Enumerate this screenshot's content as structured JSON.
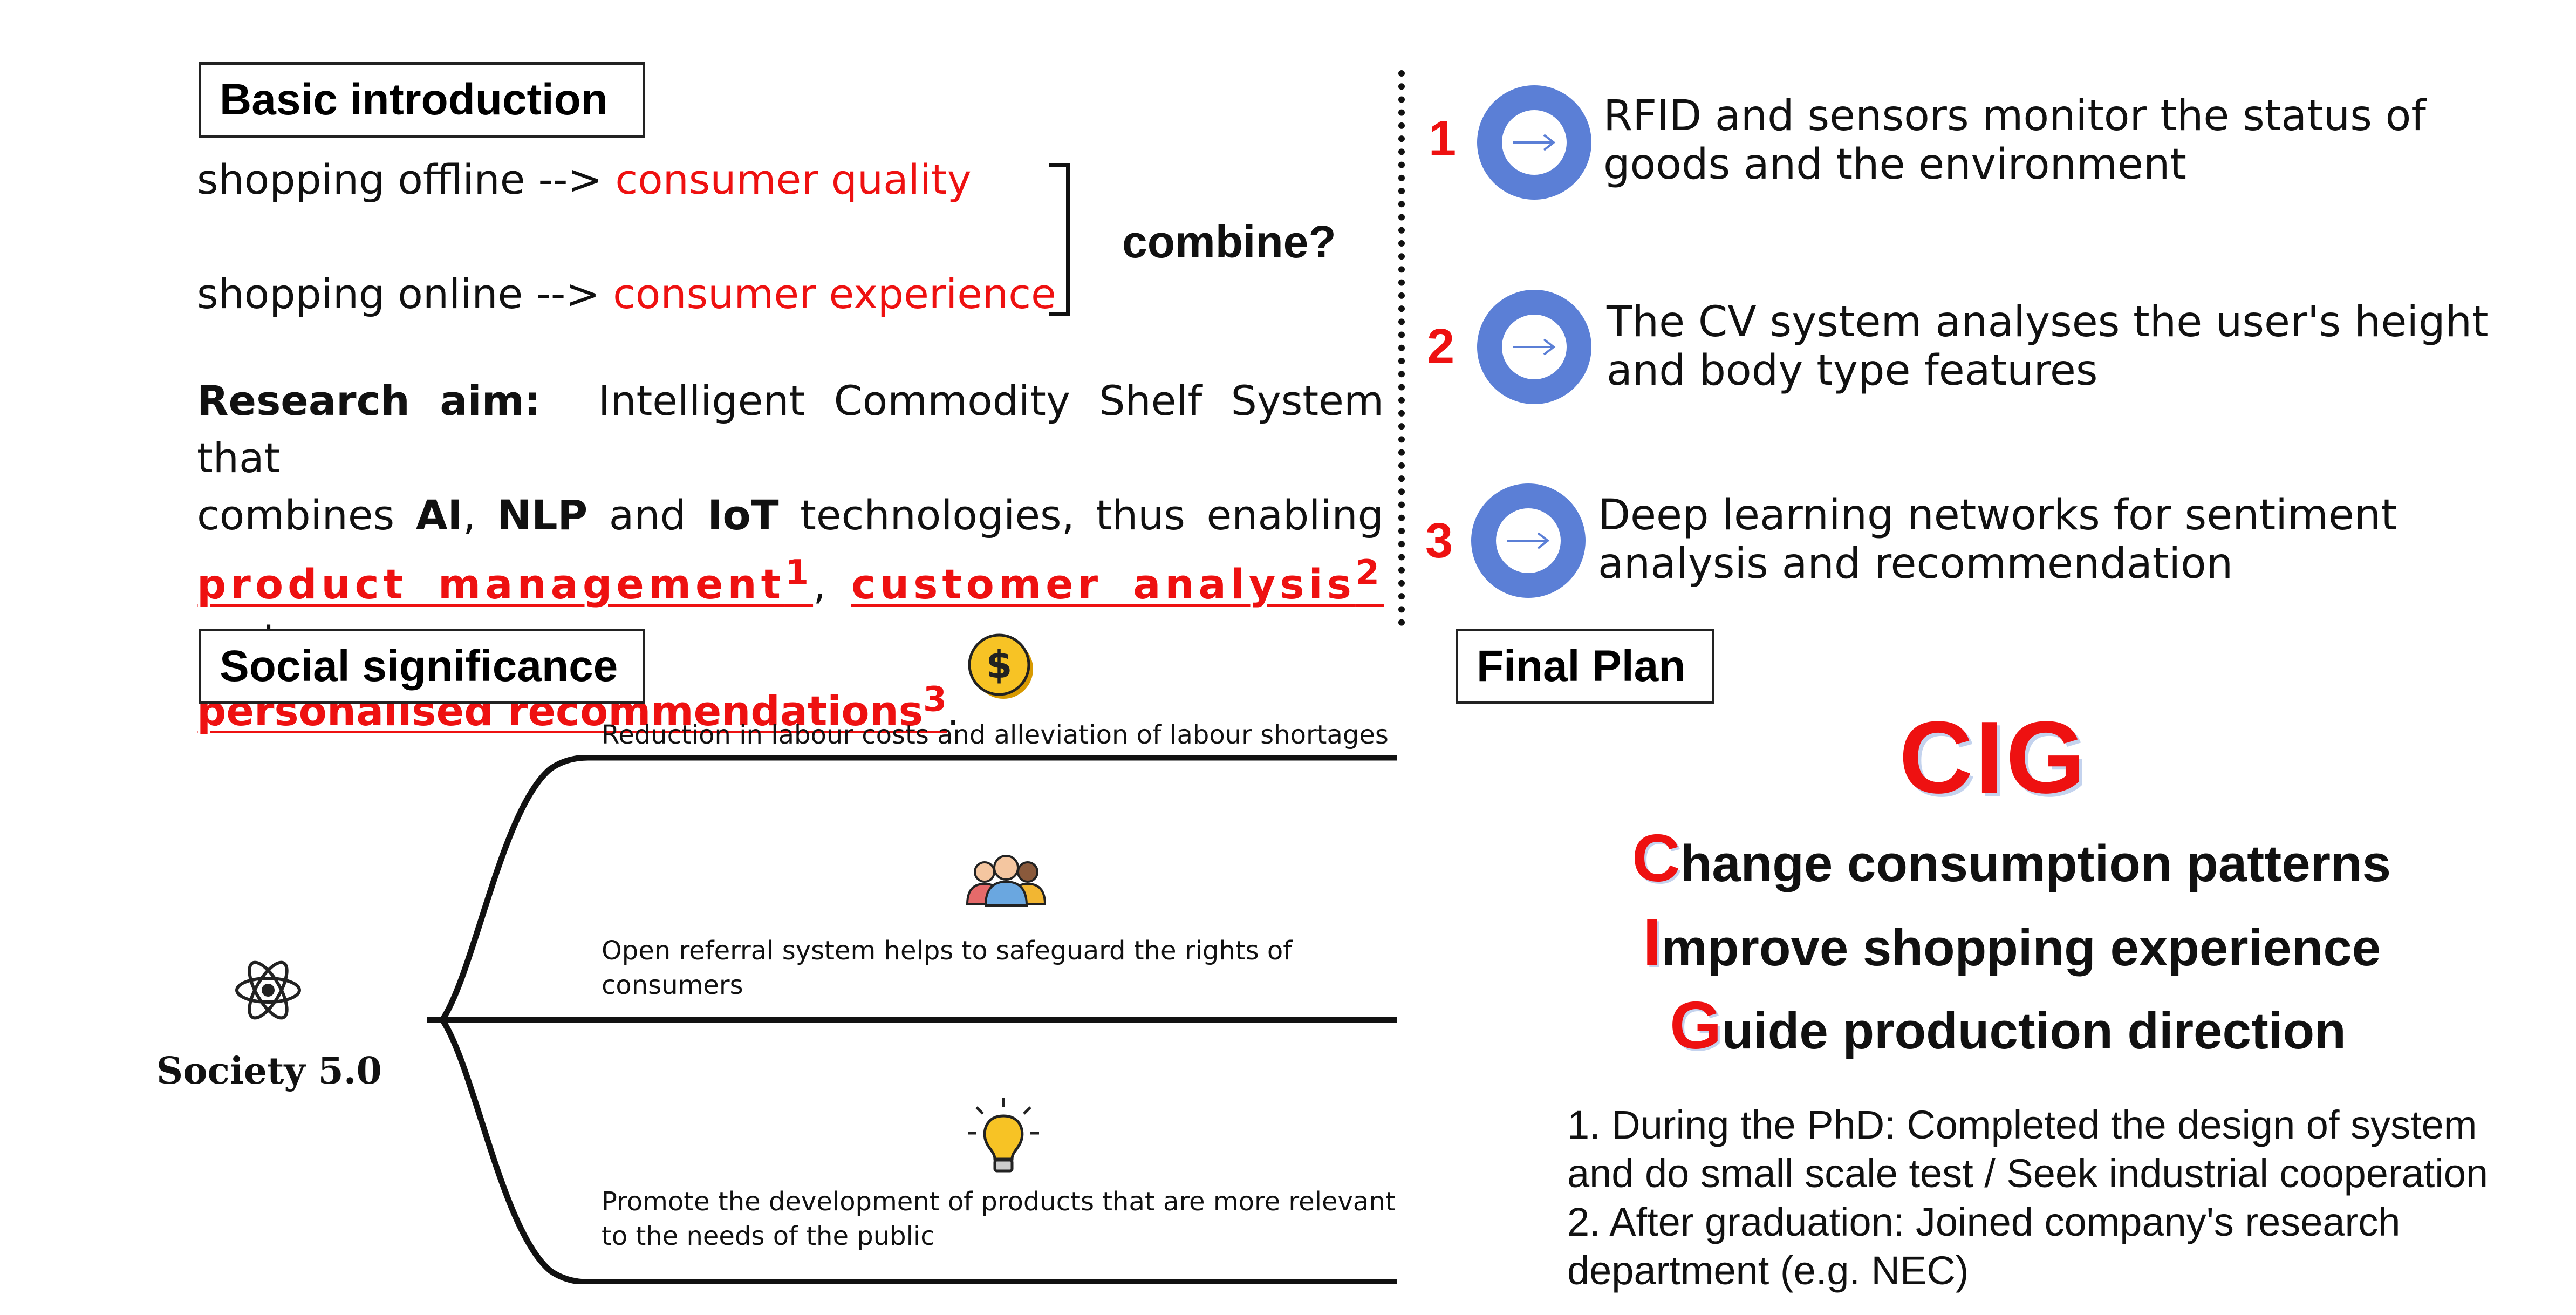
{
  "intro": {
    "heading": "Basic introduction",
    "offline_label": "shopping offline -->",
    "offline_value": "consumer quality",
    "online_label": "shopping online -->",
    "online_value": "consumer experience",
    "combine": "combine?",
    "aim_label": "Research aim:",
    "aim_line1": "Intelligent Commodity Shelf System that",
    "aim_combines": "combines",
    "aim_ai": "AI",
    "aim_comma": ",",
    "aim_nlp": "NLP",
    "aim_and": "and",
    "aim_iot": "IoT",
    "aim_rest": "technologies, thus enabling",
    "pm": "product management",
    "pm_sup": "1",
    "sep": ",",
    "ca": "customer analysis",
    "ca_sup": "2",
    "and2": "and",
    "pr": "personalised recommendations",
    "pr_sup": "3",
    "period": "."
  },
  "steps": [
    {
      "num": "1",
      "text1": "RFID and sensors monitor the status of",
      "text2": "goods and the environment"
    },
    {
      "num": "2",
      "text1": "The CV system analyses the user's height",
      "text2": "and body type features"
    },
    {
      "num": "3",
      "text1": "Deep learning networks for sentiment",
      "text2": "analysis and recommendation"
    }
  ],
  "social": {
    "heading": "Social significance",
    "center": "Society 5.0",
    "branches": [
      {
        "icon": "dollar-coin-icon",
        "text": "Reduction in labour costs and alleviation of labour shortages"
      },
      {
        "icon": "people-group-icon",
        "text1": "Open referral system helps to safeguard the rights of",
        "text2": "consumers"
      },
      {
        "icon": "lightbulb-icon",
        "text1": "Promote the development of products that are more relevant",
        "text2": "to the needs of the public"
      }
    ]
  },
  "plan": {
    "heading": "Final Plan",
    "acronym": "CIG",
    "lines": [
      {
        "cap": "C",
        "rest": "hange consumption patterns"
      },
      {
        "cap": "I",
        "rest": "mprove shopping experience"
      },
      {
        "cap": "G",
        "rest": "uide production direction"
      }
    ],
    "p1": "1. During the PhD: Completed the design of system",
    "p2": "and do small scale test / Seek industrial cooperation",
    "p3": "2. After graduation: Joined company's research",
    "p4": "department (e.g. NEC)"
  },
  "colors": {
    "accent": "#ee1111",
    "circle": "#5b7fd6"
  }
}
